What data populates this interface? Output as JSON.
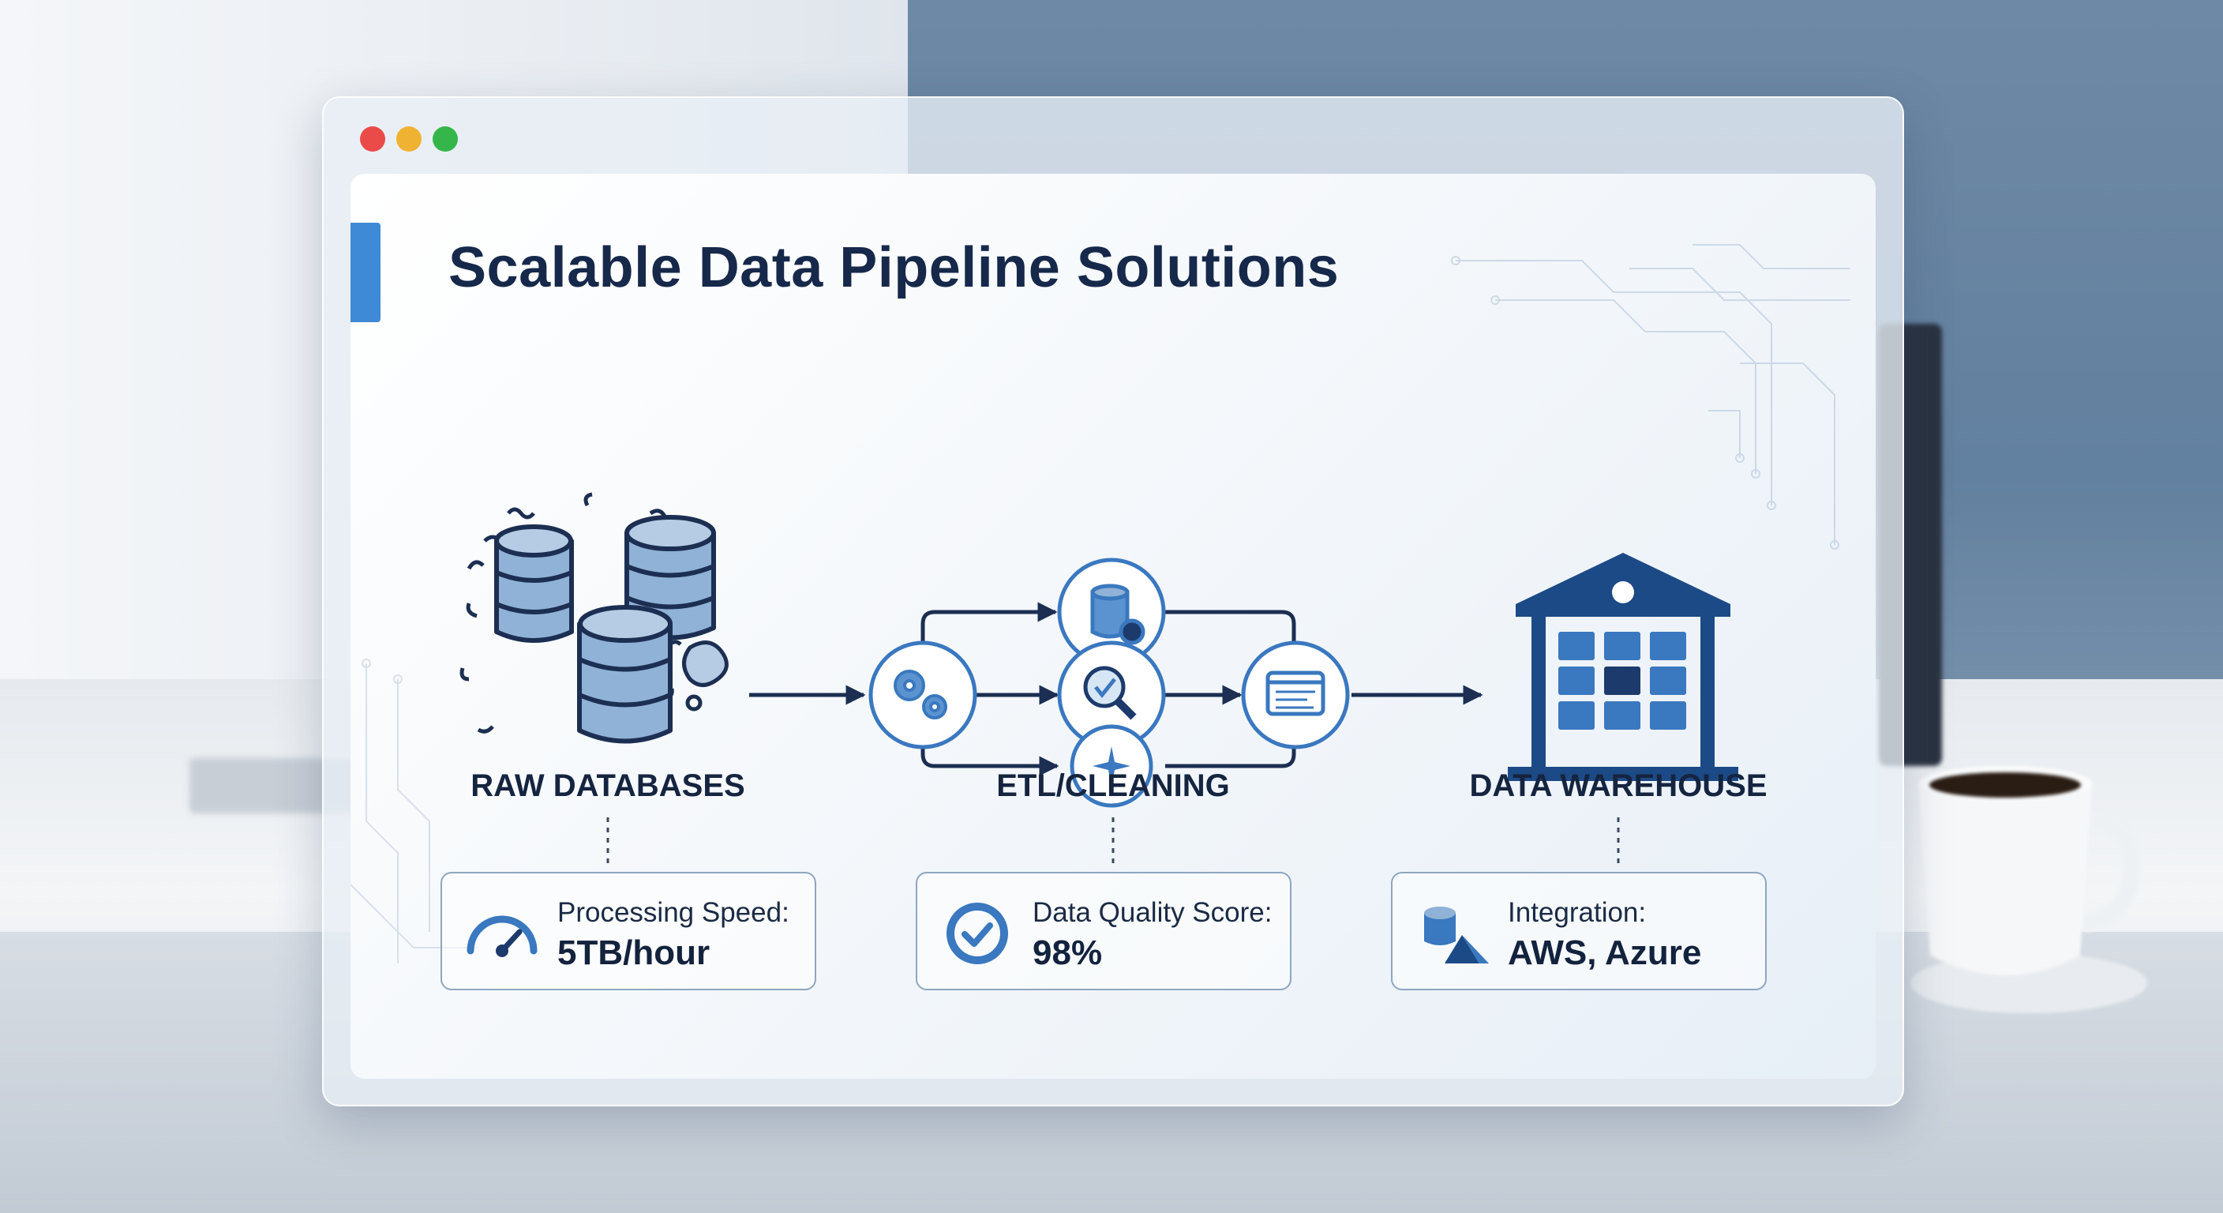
{
  "window": {
    "title": "Scalable Data Pipeline Solutions"
  },
  "stages": [
    {
      "label": "RAW DATABASES",
      "icon": "database-cluster-icon"
    },
    {
      "label": "ETL/CLEANING",
      "icon": "etl-flow-icon"
    },
    {
      "label": "DATA WAREHOUSE",
      "icon": "warehouse-icon"
    }
  ],
  "metrics": [
    {
      "label": "Processing Speed:",
      "value": "5TB/hour",
      "icon": "speedometer-icon"
    },
    {
      "label": "Data Quality Score:",
      "value": "98%",
      "icon": "check-circle-icon"
    },
    {
      "label": "Integration:",
      "value": "AWS, Azure",
      "icon": "cloud-database-icon"
    }
  ],
  "colors": {
    "accent": "#3f8ad6",
    "navy": "#1c3a6b",
    "icon_blue": "#3a78bf",
    "title": "#16294a"
  }
}
